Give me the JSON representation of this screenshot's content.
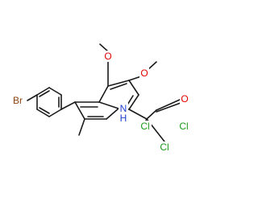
{
  "molecule": {
    "labels": {
      "bromine": "Br",
      "oxygen_methoxy_4": "O",
      "oxygen_methoxy_6": "O",
      "oxygen_carbonyl": "O",
      "nitrogen": "N",
      "hydrogen": "H",
      "chlorine_1": "Cl",
      "chlorine_2": "Cl",
      "chlorine_3": "Cl"
    },
    "colors": {
      "bond": "#1a1a1a",
      "bromine": "#8b4513",
      "oxygen": "#e00000",
      "nitrogen": "#1f3fd0",
      "chlorine": "#1a9a1a"
    }
  }
}
